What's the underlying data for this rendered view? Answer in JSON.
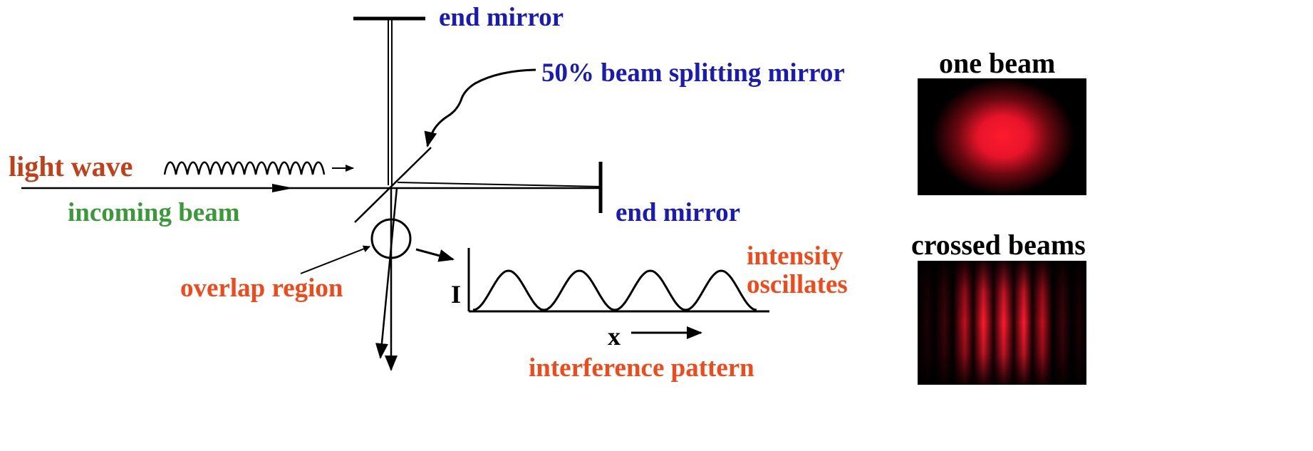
{
  "labels": {
    "end_mirror_top": "end mirror",
    "beam_splitter": "50% beam splitting mirror",
    "light_wave": "light wave",
    "incoming_beam": "incoming beam",
    "end_mirror_right": "end mirror",
    "overlap_region": "overlap region",
    "intensity_line1": "intensity",
    "intensity_line2": "oscillates",
    "axis_i": "I",
    "axis_x": "x",
    "interference_pattern": "interference pattern",
    "one_beam": "one beam",
    "crossed_beams": "crossed beams"
  },
  "colors": {
    "blue": "#1a1ab4",
    "orange_brown": "#c0401a",
    "green": "#3a9a3a",
    "orange_red": "#f04a1a",
    "black": "#000000",
    "red": "#ff1a2a"
  },
  "intensity_plot": {
    "peaks": 4
  }
}
